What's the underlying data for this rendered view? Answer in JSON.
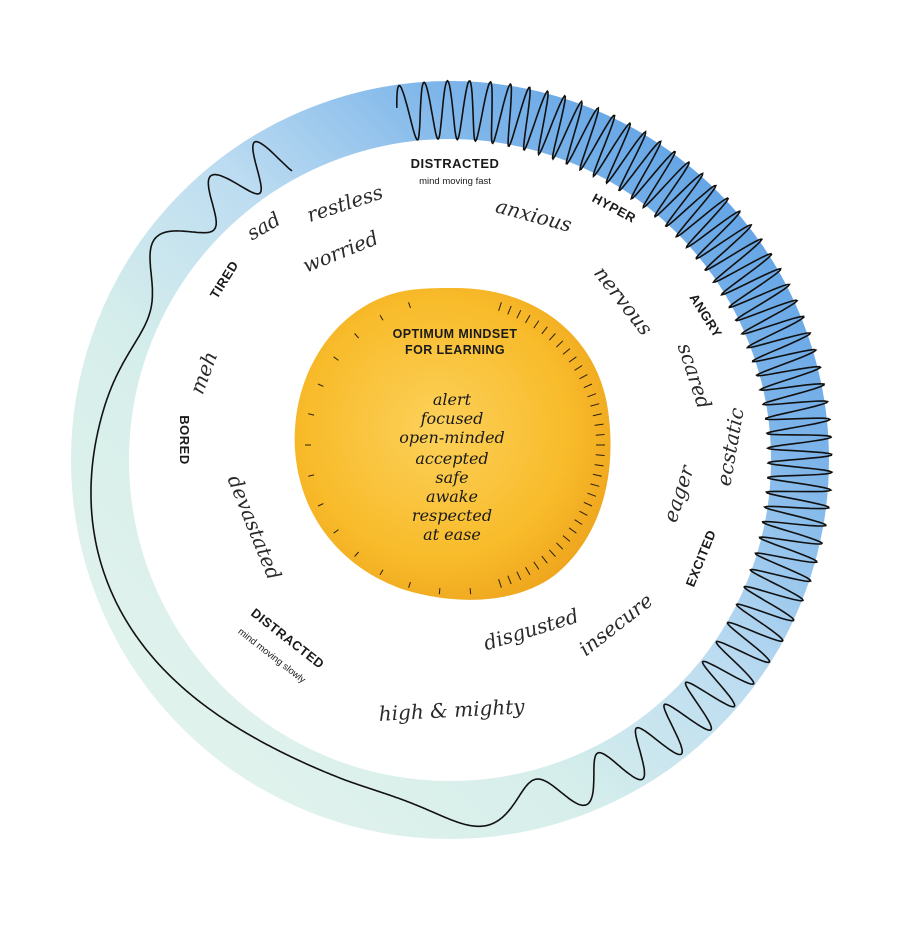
{
  "center": {
    "title_lines": [
      "OPTIMUM MINDSET",
      "FOR LEARNING"
    ],
    "words": [
      "alert",
      "focused",
      "open-minded",
      "accepted",
      "safe",
      "awake",
      "respected",
      "at ease"
    ]
  },
  "labels": {
    "distracted_fast": "DISTRACTED",
    "distracted_fast_sub": "mind moving fast",
    "hyper": "HYPER",
    "angry": "ANGRY",
    "excited": "EXCITED",
    "distracted_slow": "DISTRACTED",
    "distracted_slow_sub": "mind moving slowly",
    "bored": "BORED",
    "tired": "TIRED"
  },
  "feelings": {
    "restless": "restless",
    "sad": "sad",
    "worried": "worried",
    "anxious": "anxious",
    "nervous": "nervous",
    "scared": "scared",
    "ecstatic": "ecstatic",
    "eager": "eager",
    "insecure": "insecure",
    "disgusted": "disgusted",
    "high_mighty": "high & mighty",
    "devastated": "devastated",
    "meh": "meh"
  },
  "colors": {
    "ring_calm": "#dff1e8",
    "ring_active": "#5ba2e6",
    "core": "#f8bb2a",
    "wave": "#111111"
  }
}
